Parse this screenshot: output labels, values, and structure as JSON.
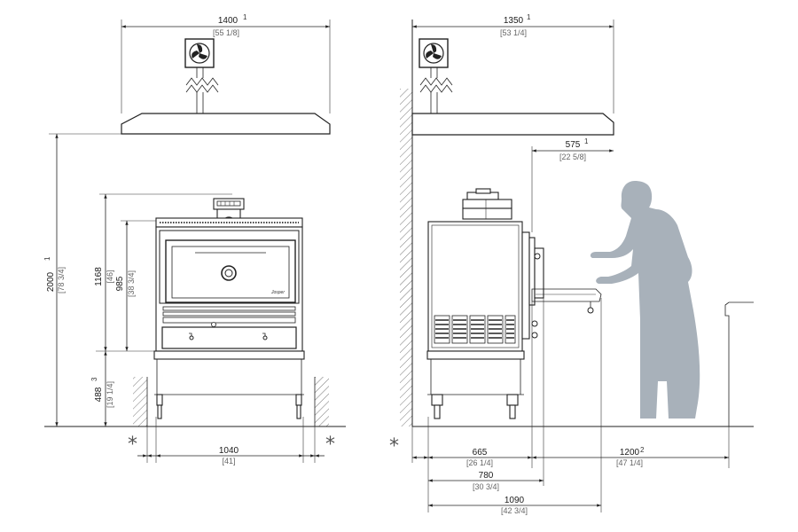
{
  "front_view": {
    "width_top": "1400",
    "width_top_sup": "1",
    "width_top_in": "[55 1/8]",
    "height_total": "2000",
    "height_total_sup": "1",
    "height_total_in": "[78 3/4]",
    "height_unit": "1168",
    "height_unit_in": "[46]",
    "height_oven": "985",
    "height_oven_in": "[38 3/4]",
    "height_base": "488",
    "height_base_sup": "3",
    "height_base_in": "[19 1/4]",
    "width_unit": "1040",
    "width_unit_in": "[41]",
    "star": "*",
    "brand": "Josper"
  },
  "side_view": {
    "width_top": "1350",
    "width_top_sup": "1",
    "width_top_in": "[53 1/4]",
    "overhang": "575",
    "overhang_sup": "1",
    "overhang_in": "[22 5/8]",
    "depth_body": "665",
    "depth_body_in": "[26 1/4]",
    "depth_handle": "780",
    "depth_handle_in": "[30 3/4]",
    "depth_open": "1090",
    "depth_open_in": "[42 3/4]",
    "clearance": "1200",
    "clearance_sup": "2",
    "clearance_in": "[47 1/4]",
    "star": "*"
  },
  "colors": {
    "line": "#222222",
    "person": "#a8b1ba",
    "wall_hatch": "#777777"
  }
}
